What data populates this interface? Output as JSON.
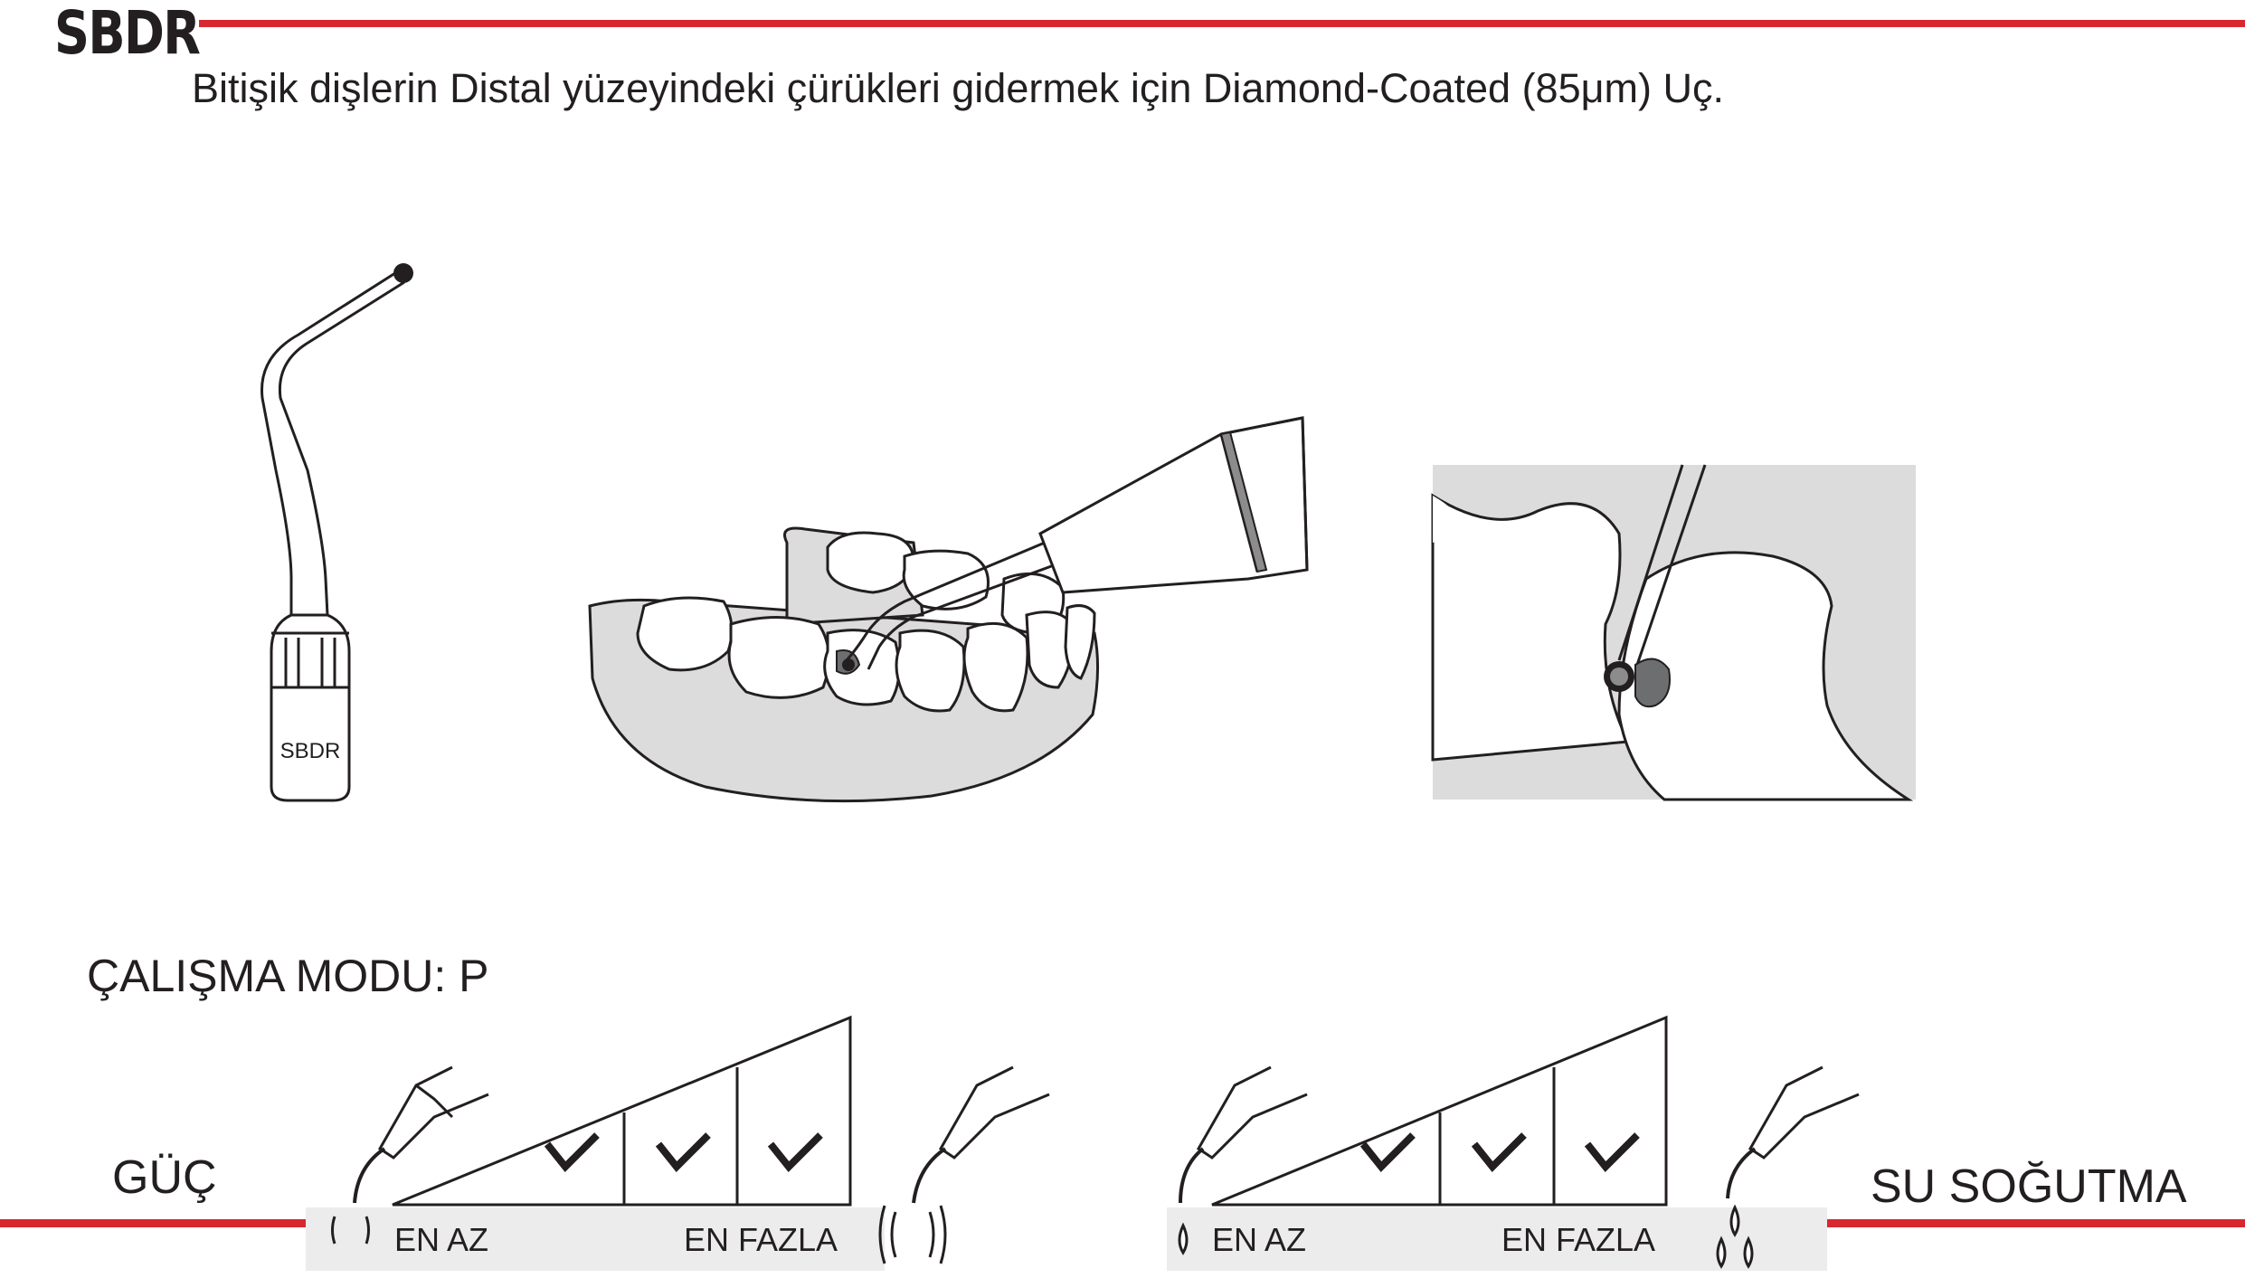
{
  "header": {
    "product_code": "SBDR",
    "description": "Bitişik dişlerin Distal yüzeyindeki çürükleri gidermek için Diamond-Coated (85μm) Uç."
  },
  "tip_drawing": {
    "engraving": "SBDR"
  },
  "working_mode": {
    "label": "ÇALIŞMA MODU: P"
  },
  "power_scale": {
    "label": "GÜÇ",
    "min_label": "EN AZ",
    "max_label": "EN FAZLA",
    "checked_levels": 3
  },
  "water_scale": {
    "label": "SU SOĞUTMA",
    "min_label": "EN AZ",
    "max_label": "EN FAZLA",
    "checked_levels": 3
  },
  "colors": {
    "accent": "#d7282f",
    "ink": "#231f20",
    "gum": "#dcdcdc"
  },
  "icons": [
    "handpiece-icon",
    "low-vibration-icon",
    "high-vibration-icon",
    "single-drop-icon",
    "triple-drop-icon",
    "checkmark-icon"
  ]
}
